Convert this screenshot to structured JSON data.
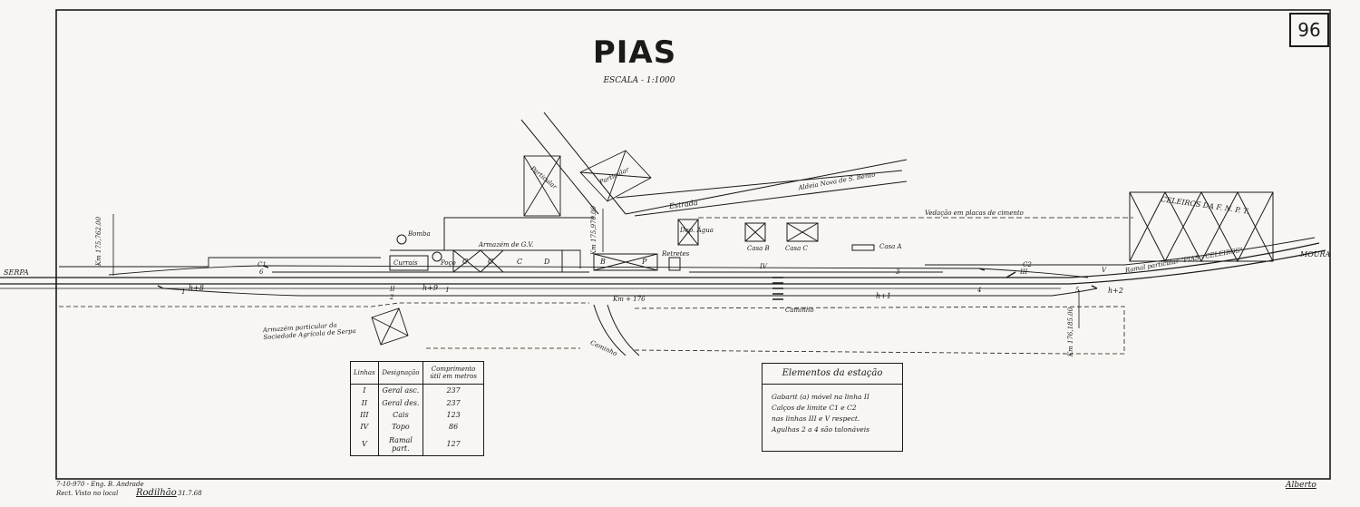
{
  "sheet_number": "96",
  "title": "PIAS",
  "scale": "ESCALA - 1:1000",
  "endpoints": {
    "left": "SERPA",
    "right": "MOURA"
  },
  "km_markers": [
    "Km 175,762.00",
    "Km 175,970.00",
    "Km 176,185.00",
    "Km + 176"
  ],
  "track_numbers": [
    "I",
    "II",
    "III",
    "IV",
    "V"
  ],
  "switch_labels": [
    "h+8",
    "h+9",
    "h+1",
    "h+2",
    "1",
    "2",
    "3",
    "4",
    "5",
    "6",
    "C1",
    "C2"
  ],
  "place_labels": {
    "road_top": "Estrada",
    "private_a": "Particular",
    "private_b": "Particular",
    "village": "Aldeia Nova de S. Bento",
    "fence": "Vedação em placas de cimento",
    "warehouse_gv": "Armazém de G.V.",
    "stores": [
      "C",
      "C",
      "C",
      "D"
    ],
    "bp": [
      "B",
      "P"
    ],
    "toilets": "Retretes",
    "well": "Poço",
    "water_tank": "Dep. Água",
    "pump": "Bomba",
    "house_a": "Casa A",
    "house_b": "Casa B",
    "house_c": "Casa C",
    "corrals": "Currais",
    "granary": "CELEIROS DA F. N. P. T.",
    "branch": "Ramal particular \"PIAS - CELEIROS\"",
    "serpa_warehouse": "Armazém particular da Sociedade Agrícola de Serpa",
    "road_bottom": "Caminho",
    "crossing": "Caminho"
  },
  "lines_table": {
    "headers": [
      "Linhas",
      "Designação",
      "Comprimento útil em metros"
    ],
    "rows": [
      {
        "line": "I",
        "designation": "Geral asc.",
        "length": "237"
      },
      {
        "line": "II",
        "designation": "Geral des.",
        "length": "237"
      },
      {
        "line": "III",
        "designation": "Cais",
        "length": "123"
      },
      {
        "line": "IV",
        "designation": "Topo",
        "length": "86"
      },
      {
        "line": "V",
        "designation": "Ramal part.",
        "length": "127"
      }
    ]
  },
  "station_elements": {
    "title": "Elementos da estação",
    "notes": [
      "Gabarit (a) móvel na linha II",
      "Calços de limite C1 e C2",
      "nas linhas III e V respect.",
      "Agulhas 2 a 4 são talonáveis"
    ]
  },
  "footer": {
    "line1": "7-10-970 - Eng. B. Andrade",
    "line2": "Rect. Visto no local",
    "signature": "Rodilhão",
    "date": "31.7.68",
    "initials": "Alberto"
  }
}
